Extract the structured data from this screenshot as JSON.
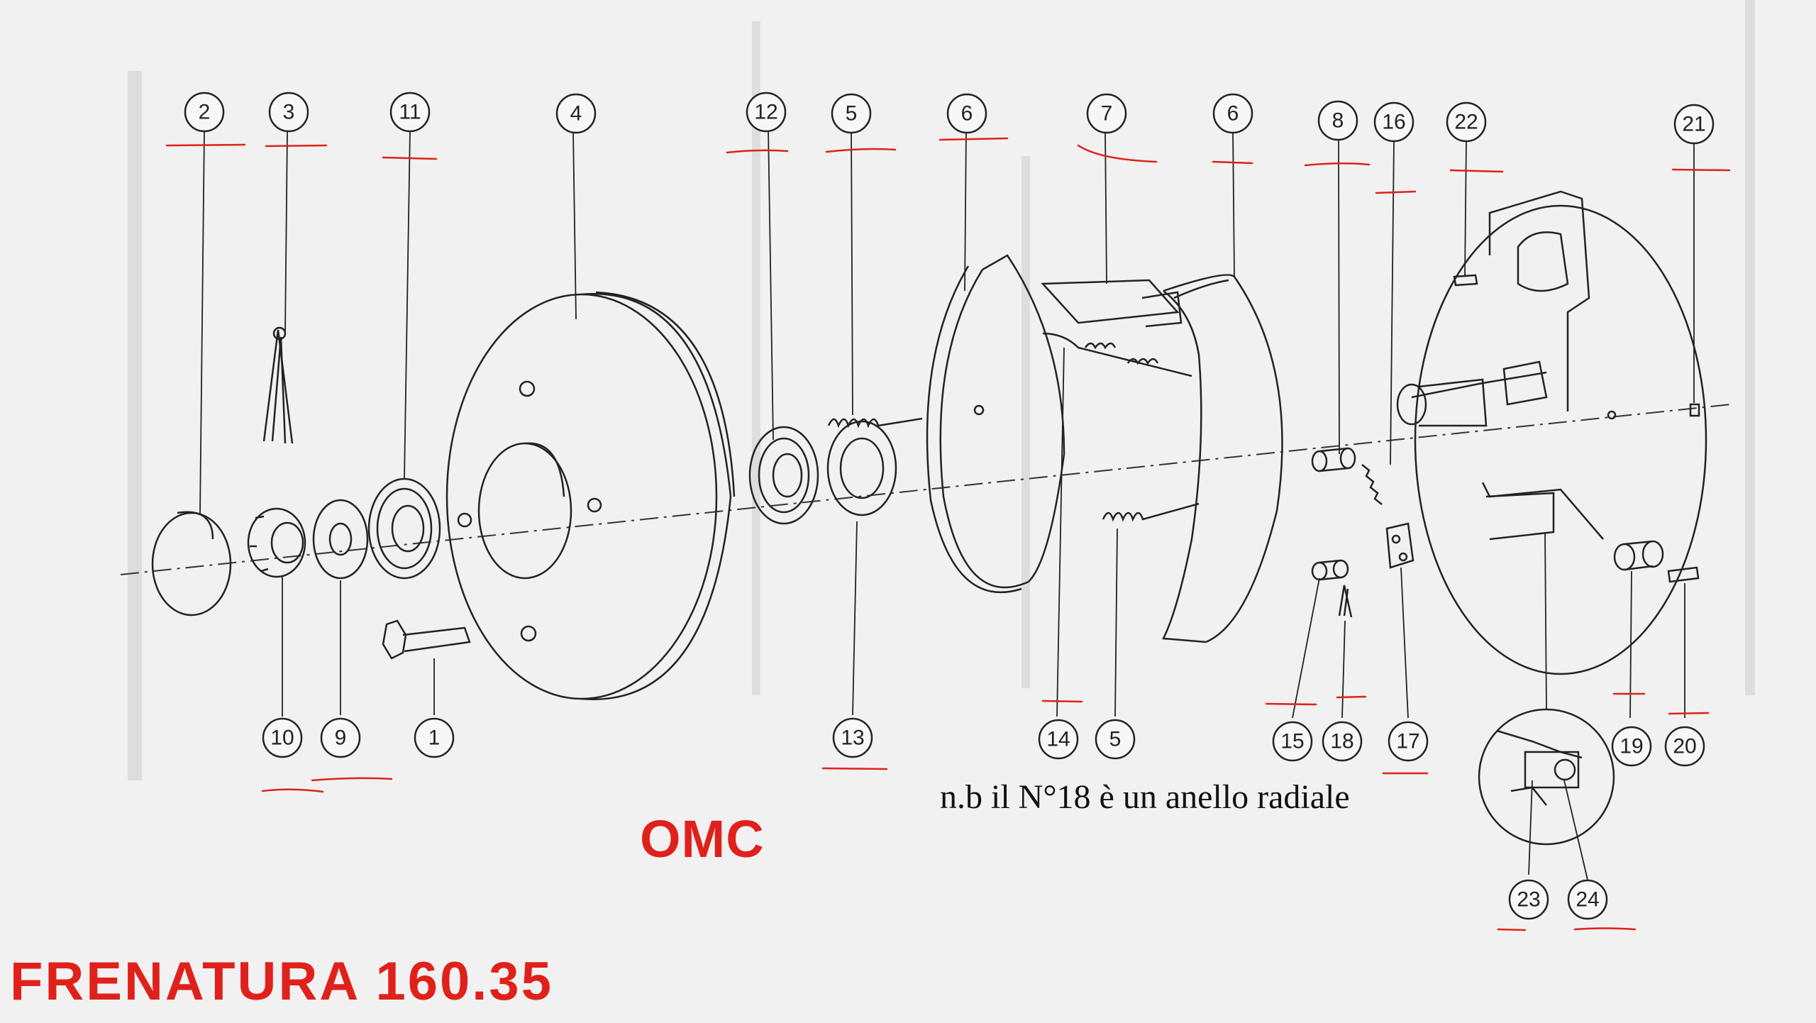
{
  "diagram": {
    "callouts": [
      "1",
      "2",
      "3",
      "4",
      "5",
      "6",
      "7",
      "8",
      "9",
      "10",
      "11",
      "12",
      "13",
      "14",
      "15",
      "16",
      "17",
      "18",
      "19",
      "20",
      "21",
      "22",
      "23",
      "24"
    ],
    "note_text": "n.b il N°18 è un anello radiale",
    "brand": "OMC",
    "title": "FRENATURA 160.35",
    "colors": {
      "line_art": "#222222",
      "annotation_red": "#e0211b",
      "paper": "#f1f1f1"
    }
  }
}
